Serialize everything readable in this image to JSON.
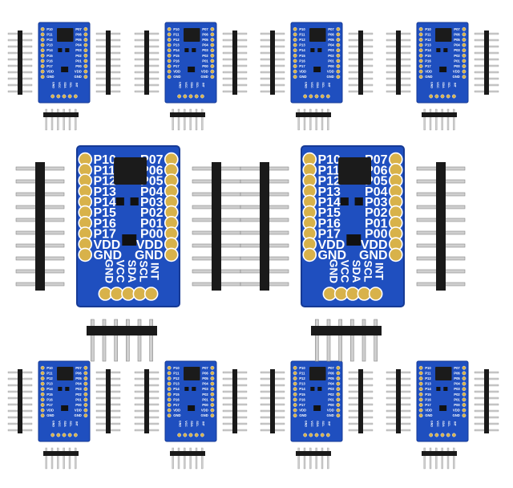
{
  "module": {
    "pcb_color": "#1f4fbf",
    "pcb_edge_color": "#163a95",
    "header_color": "#1a1a1a",
    "pin_color": "#cfcfcf",
    "chip_color": "#1b1b1b",
    "pad_color": "#d8b24a",
    "left_pins": [
      "P10",
      "P11",
      "P12",
      "P13",
      "P14",
      "P15",
      "P16",
      "P17",
      "VDD",
      "GND"
    ],
    "right_pins": [
      "P07",
      "P06",
      "P05",
      "P04",
      "P03",
      "P02",
      "P01",
      "P00",
      "VDD",
      "GND"
    ],
    "bottom_pins": [
      "GND",
      "VCC",
      "SDA",
      "SCL",
      "INT"
    ]
  },
  "kits": {
    "top_row_count": 4,
    "middle_row_count": 2,
    "bottom_row_count": 4
  }
}
